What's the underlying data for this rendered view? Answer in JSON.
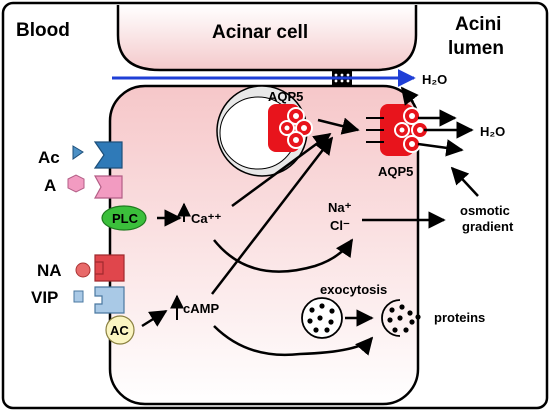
{
  "labels": {
    "blood": "Blood",
    "acinar_cell": "Acinar cell",
    "acini_lumen_line1": "Acini",
    "acini_lumen_line2": "lumen",
    "h2o_top": "H₂O",
    "h2o_right": "H₂O",
    "aqp5_vesicle": "AQP5",
    "aqp5_membrane": "AQP5",
    "ac_ligand": "Ac",
    "a_ligand": "A",
    "na_ligand": "NA",
    "vip_ligand": "VIP",
    "plc": "PLC",
    "ac_enzyme": "AC",
    "ca": "Ca⁺⁺",
    "camp": "cAMP",
    "na_ion": "Na⁺",
    "cl_ion": "Cl⁻",
    "osmotic_line1": "osmotic",
    "osmotic_line2": "gradient",
    "exocytosis": "exocytosis",
    "proteins": "proteins"
  },
  "colors": {
    "cell_fill_top": "#f6c7c9",
    "cell_fill_bottom": "#ffffff",
    "aqp5_red": "#e8141c",
    "plc_green": "#3bbf3b",
    "ac_yellow": "#fbf5c2",
    "water_arrow_blue": "#1f3fd6",
    "receptor_blue": "#2f7ab8",
    "receptor_pink": "#f29bc1",
    "receptor_red": "#e0464c",
    "receptor_lightblue": "#a9c9e6"
  }
}
